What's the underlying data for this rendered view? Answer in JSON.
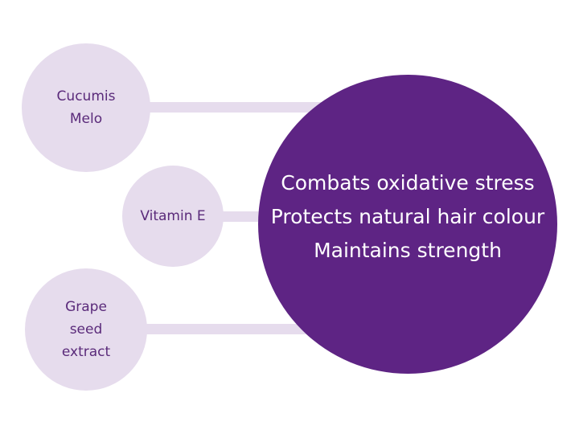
{
  "colors": {
    "light": "#e6dced",
    "accent": "#5e2484",
    "small_text": "#5a2a7a"
  },
  "ingredients": [
    {
      "lines": [
        "Cucumis",
        "Melo"
      ]
    },
    {
      "lines": [
        "Vitamin E"
      ]
    },
    {
      "lines": [
        "Grape",
        "seed",
        "extract"
      ]
    }
  ],
  "benefits": [
    "Combats oxidative stress",
    "Protects natural hair colour",
    "Maintains strength"
  ]
}
